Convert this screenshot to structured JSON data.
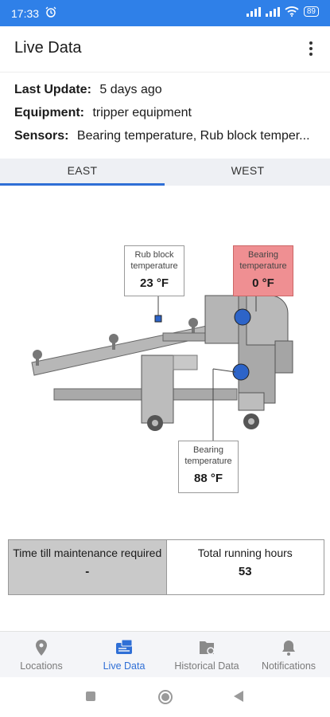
{
  "status_bar": {
    "time": "17:33",
    "battery": "89"
  },
  "app_bar": {
    "title": "Live Data"
  },
  "info": {
    "last_update_label": "Last Update:",
    "last_update_value": "5 days ago",
    "equipment_label": "Equipment:",
    "equipment_value": "tripper equipment",
    "sensors_label": "Sensors:",
    "sensors_value": "Bearing temperature, Rub block temper..."
  },
  "tabs": [
    {
      "label": "EAST",
      "active": true
    },
    {
      "label": "WEST",
      "active": false
    }
  ],
  "callouts": {
    "rub_block": {
      "title": "Rub block temperature",
      "value": "23 °F"
    },
    "bearing_top": {
      "title": "Bearing temperature",
      "value": "0 °F",
      "status": "alert"
    },
    "bearing_bottom": {
      "title": "Bearing temperature",
      "value": "88 °F"
    }
  },
  "stats": {
    "maintenance": {
      "title": "Time till maintenance required",
      "value": "-"
    },
    "running_hours": {
      "title": "Total running hours",
      "value": "53"
    }
  },
  "bottom_nav": [
    {
      "label": "Locations",
      "icon": "location-pin-icon",
      "active": false
    },
    {
      "label": "Live Data",
      "icon": "live-data-icon",
      "active": true
    },
    {
      "label": "Historical Data",
      "icon": "historical-data-icon",
      "active": false
    },
    {
      "label": "Notifications",
      "icon": "bell-icon",
      "active": false
    }
  ],
  "colors": {
    "accent": "#2f6fd6",
    "status_bar": "#2f80e8",
    "alert": "#ef8f92"
  }
}
